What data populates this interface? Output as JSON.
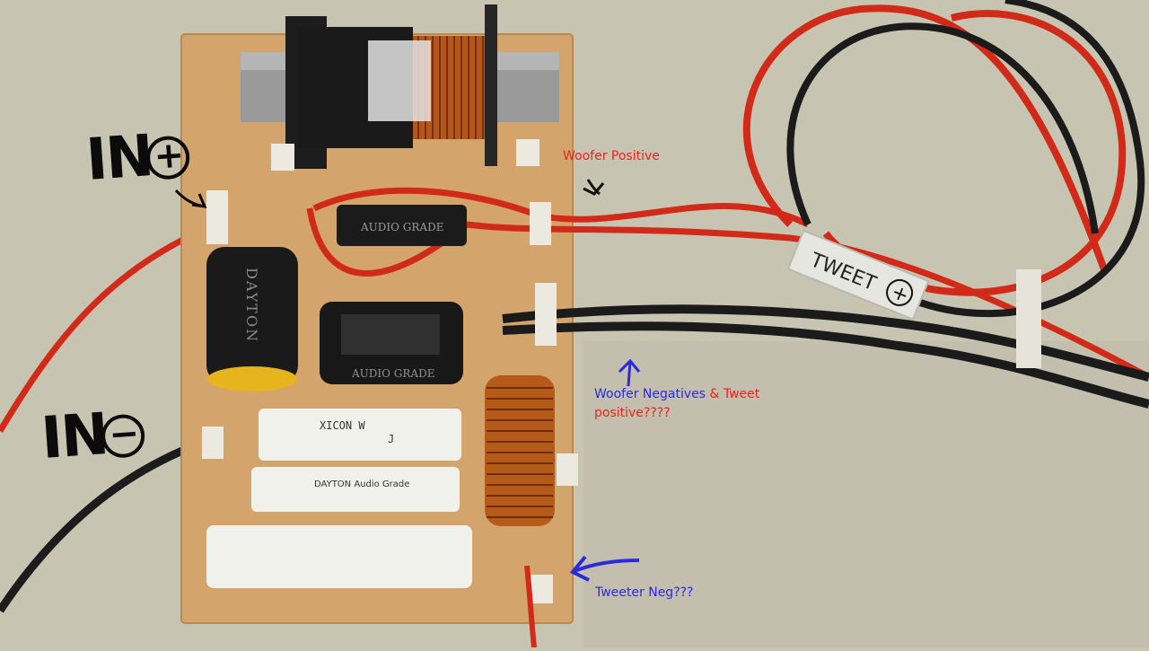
{
  "annotations": {
    "in_positive": {
      "text": "IN",
      "symbol": "+"
    },
    "in_negative": {
      "text": "IN",
      "symbol": "−"
    },
    "woofer_positive": "Woofer Positive",
    "woofer_negatives_part1": "Woofer Negatives",
    "woofer_negatives_amp": " & Tweet",
    "woofer_negatives_part2": "positive????",
    "tweeter_neg": "Tweeter Neg???"
  },
  "component_labels": {
    "cap_large": "DAYTON",
    "cap_small_top": "AUDIO GRADE",
    "cap_mid": "AUDIO GRADE",
    "resistor_1": "XICON      W",
    "resistor_1_sub": "J",
    "resistor_2": "DAYTON Audio Grade",
    "wire_tag": "TWEET",
    "wire_tag_symbol": "+"
  },
  "colors": {
    "label_red": "#e8231c",
    "label_blue": "#2b2bd9",
    "board": "#d6a66c",
    "wire_red": "#d42414",
    "wire_black": "#1a1a1a"
  }
}
